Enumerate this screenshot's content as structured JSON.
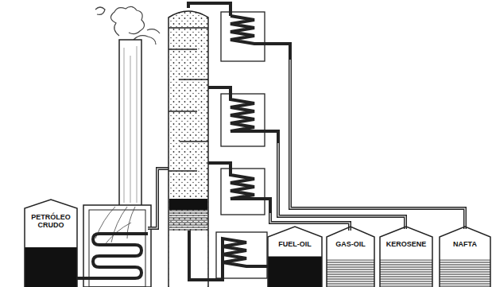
{
  "diagram": {
    "nodes": [
      {
        "text": [
          "PETRÓLEO CRUDO"
        ]
      },
      {
        "text": [
          "FUEL-OIL"
        ]
      },
      {
        "text": [
          "GAS-OIL"
        ]
      },
      {
        "text": [
          "KEROSENE"
        ]
      },
      {
        "text": [
          "NAFTA"
        ]
      }
    ]
  }
}
